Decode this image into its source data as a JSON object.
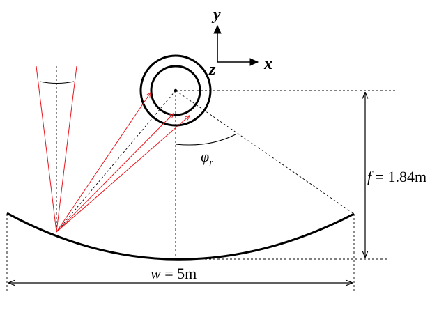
{
  "axes": {
    "y": "y",
    "x": "x",
    "z": "z"
  },
  "angle": {
    "symbol": "φ",
    "subscript": "r"
  },
  "focal": {
    "symbol": "f",
    "value": " = 1.84m"
  },
  "width": {
    "symbol": "w",
    "value": " = 5m"
  },
  "colors": {
    "line": "#000000",
    "ray": "#e8141c"
  }
}
